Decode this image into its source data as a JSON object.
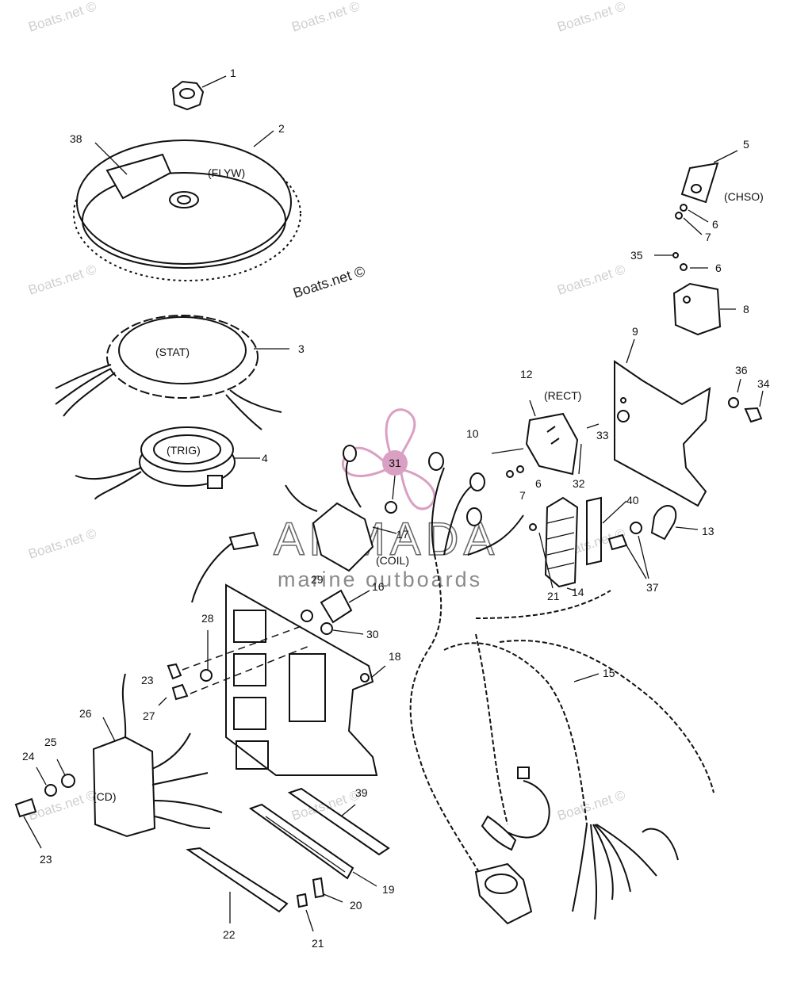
{
  "watermarks": [
    "Boats.net ©",
    "Boats.net ©",
    "Boats.net ©",
    "Boats.net ©",
    "Boats.net ©",
    "Boats.net ©",
    "Boats.net ©",
    "Boats.net ©",
    "Boats.net ©",
    "Boats.net ©"
  ],
  "center_watermark": "Boats.net ©",
  "brand": {
    "name": "ARMADA",
    "tagline": "marine outboards",
    "color": "#d9a0c3"
  },
  "highlight": {
    "label": "31",
    "color": "#d9a0c3"
  },
  "component_tags": {
    "flyw": "(FLYW)",
    "stat": "(STAT)",
    "trig": "(TRIG)",
    "chso": "(CHSO)",
    "rect": "(RECT)",
    "coil": "(COIL)",
    "cd": "(CD)"
  },
  "callouts": [
    "1",
    "2",
    "38",
    "5",
    "6",
    "7",
    "35",
    "6",
    "8",
    "3",
    "9",
    "12",
    "36",
    "34",
    "10",
    "33",
    "6",
    "32",
    "7",
    "4",
    "40",
    "13",
    "17",
    "21",
    "14",
    "37",
    "29",
    "16",
    "28",
    "30",
    "18",
    "15",
    "23",
    "27",
    "26",
    "25",
    "24",
    "39",
    "23",
    "19",
    "22",
    "20",
    "21"
  ]
}
